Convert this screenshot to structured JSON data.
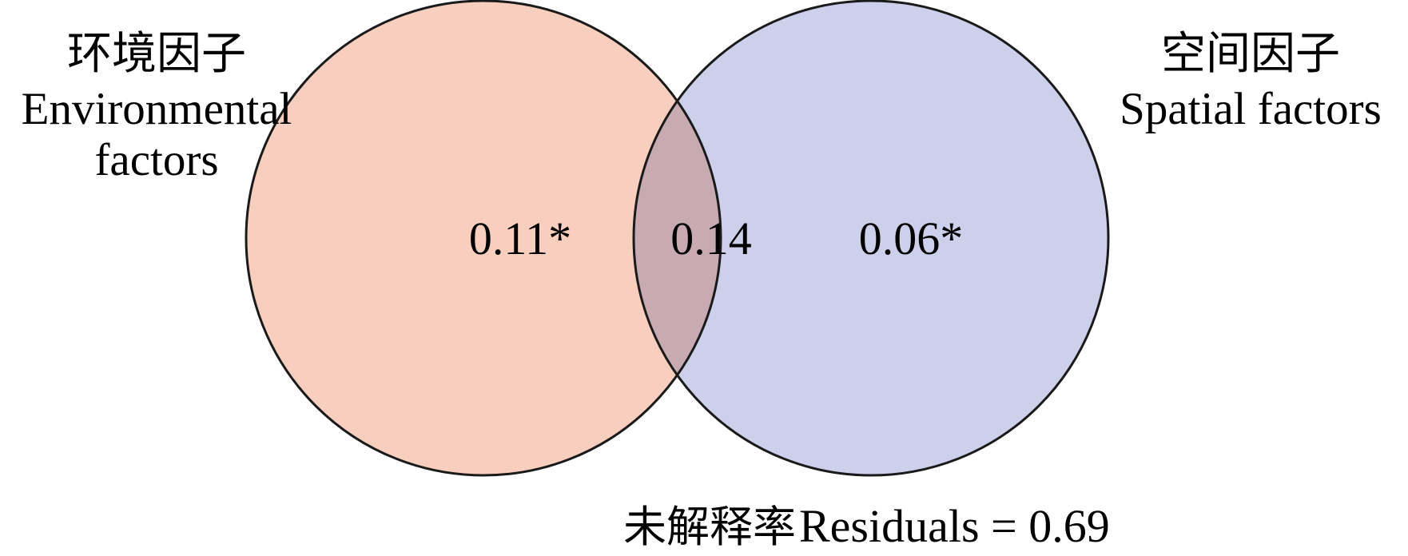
{
  "title": "",
  "sets": [
    {
      "id": "environmental",
      "label_zh": "环境因子",
      "label_en_line1": "Environmental",
      "label_en_line2": "factors",
      "unique_value": "0.11*",
      "fill": "#f8cfbe"
    },
    {
      "id": "spatial",
      "label_zh": "空间因子",
      "label_en": "Spatial factors",
      "unique_value": "0.06*",
      "fill": "#cdd0ea"
    }
  ],
  "overlap": {
    "value": "0.14",
    "fill": "#c8aab3"
  },
  "residuals": {
    "label_zh": "未解释率",
    "label_en": "Residuals = 0.69"
  },
  "outline_color": "#1a1a1a"
}
